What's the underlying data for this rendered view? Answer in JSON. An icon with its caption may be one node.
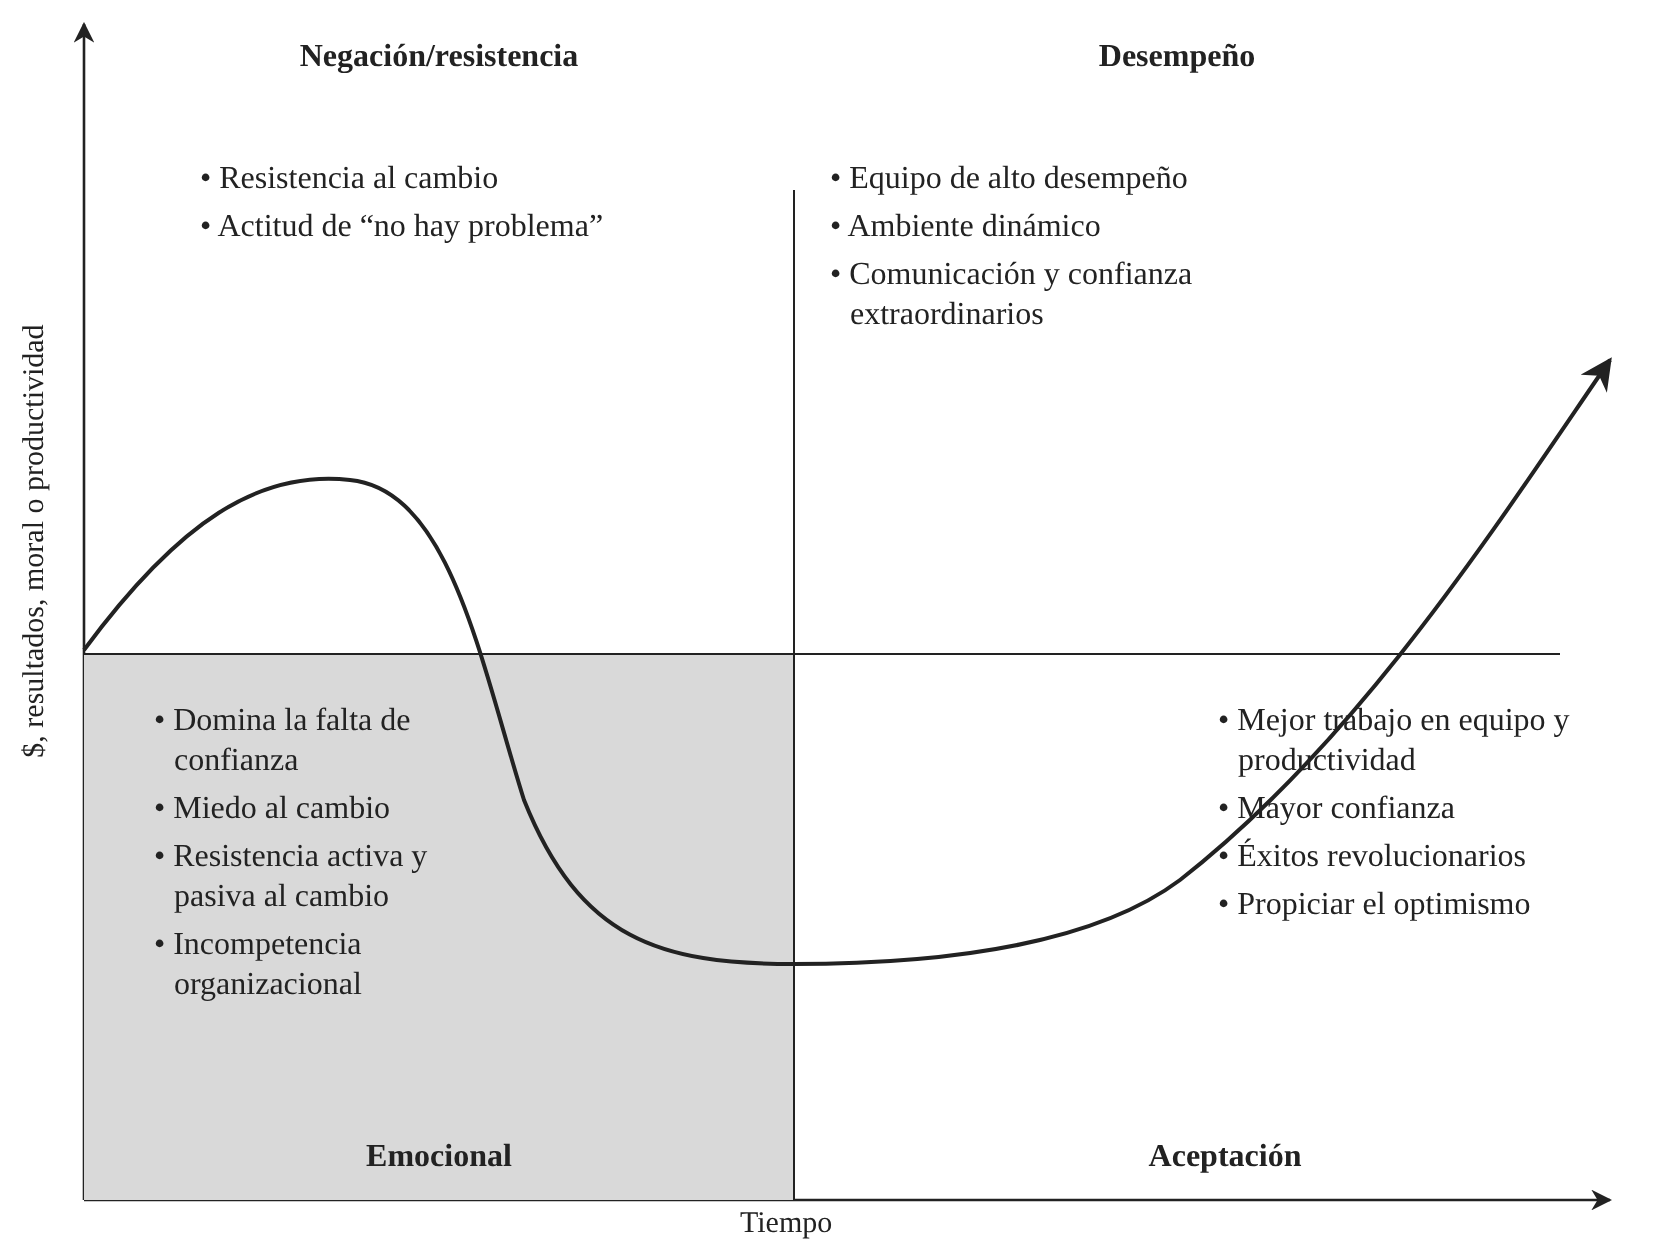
{
  "diagram": {
    "nodes": [
      {
        "text": [
          "Negación/resistencia",
          "• Resistencia al cambio",
          "• Actitud de “no hay problema”"
        ]
      },
      {
        "text": [
          "Desempeño",
          "• Equipo de alto desempeño",
          "• Ambiente dinámico",
          "• Comunicación y confianza extraordinarios"
        ]
      },
      {
        "text": [
          "• Domina la falta de confianza",
          "• Miedo al cambio",
          "• Resistencia activa y pasiva al cambio",
          "• Incompetencia organizacional",
          "Emocional"
        ]
      },
      {
        "text": [
          "• Mejor trabajo en equipo y productividad",
          "• Mayor confianza",
          "• Éxitos revolucionarios",
          "• Propiciar el optimismo",
          "Aceptación"
        ]
      }
    ],
    "labels": [
      "$, resultados, moral o productividad",
      "Tiempo"
    ]
  }
}
